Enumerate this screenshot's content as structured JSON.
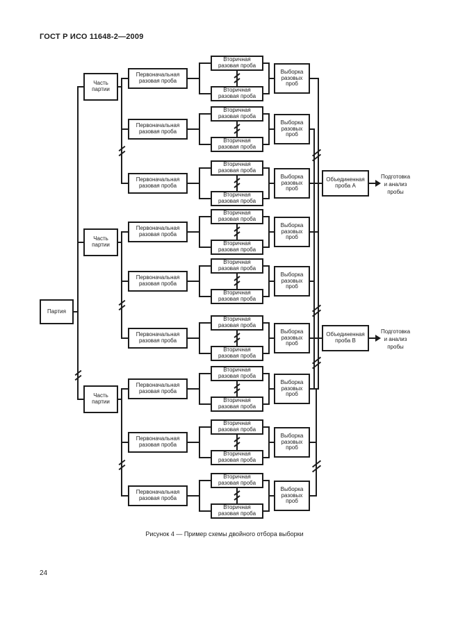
{
  "page": {
    "header": "ГОСТ Р ИСО 11648-2—2009",
    "caption": "Рисунок 4 — Пример схемы двойного отбора выборки",
    "page_number": "24"
  },
  "diagram": {
    "ink": "#1c1c1c",
    "labels": {
      "lot": "Партия",
      "lot_part": "Часть\nпартии",
      "primary": "Первоначальная\nразовая проба",
      "secondary": "Вторичная\nразовая проба",
      "selection": "Выборка\nразовых\nпроб",
      "break_mark": "//"
    },
    "groups": [
      {
        "composite_label": "Объединенная\nпроба А",
        "prep_label": "Подготовка\nи анализ\nпробы"
      },
      {
        "composite_label": "Объединенная\nпроба В",
        "prep_label": "Подготовка\nи анализ\nпробы"
      },
      {
        "composite_label": "",
        "prep_label": ""
      }
    ],
    "structure": {
      "parts_of_lot": 3,
      "primary_increments_per_part": 3,
      "secondary_increments_per_primary": 2,
      "selections_total": 9
    }
  }
}
